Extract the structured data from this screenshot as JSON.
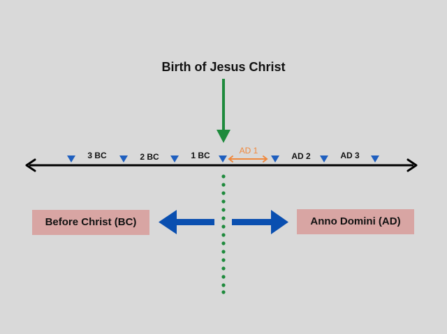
{
  "title": "Birth of Jesus Christ",
  "timeline": {
    "labels": [
      {
        "text": "3 BC",
        "key": "bc3"
      },
      {
        "text": "2 BC",
        "key": "bc2"
      },
      {
        "text": "1 BC",
        "key": "bc1"
      },
      {
        "text": "AD 1",
        "key": "ad1"
      },
      {
        "text": "AD 2",
        "key": "ad2"
      },
      {
        "text": "AD 3",
        "key": "ad3"
      }
    ]
  },
  "boxes": {
    "before": "Before Christ (BC)",
    "after": "Anno Domini (AD)"
  },
  "colors": {
    "background": "#d9d9d9",
    "green_arrow": "#1e8a3c",
    "blue_arrow": "#0a4fb0",
    "orange_highlight": "#f0883c",
    "tick_marker": "#1f5fbf",
    "box_fill": "#d8a5a3"
  }
}
